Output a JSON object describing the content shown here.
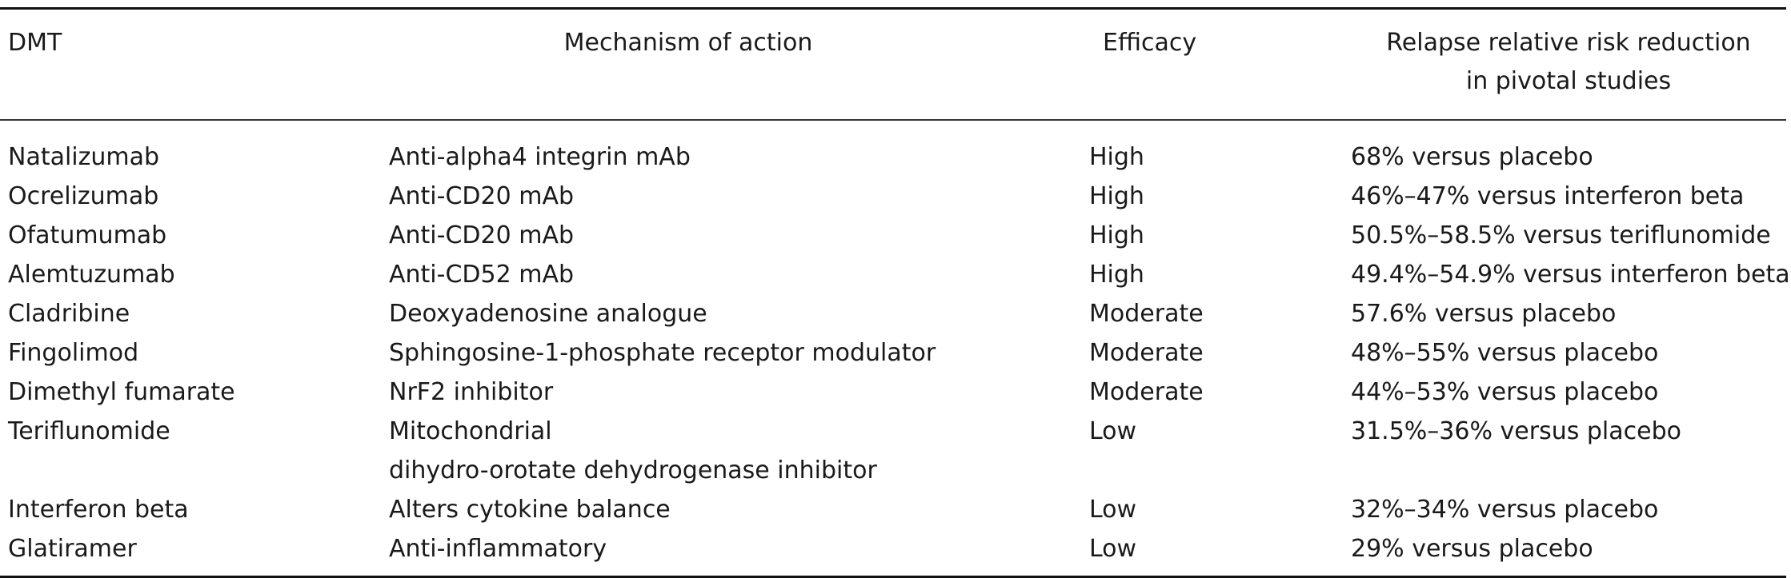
{
  "table": {
    "headers": {
      "dmt": "DMT",
      "mechanism": "Mechanism of action",
      "efficacy": "Efficacy",
      "relapse_line1": "Relapse relative risk reduction",
      "relapse_line2": "in pivotal studies"
    },
    "rows": [
      {
        "dmt": "Natalizumab",
        "mechanism": "Anti-alpha4 integrin mAb",
        "mechanism_line2": "",
        "efficacy": "High",
        "rrr": "68% versus placebo"
      },
      {
        "dmt": "Ocrelizumab",
        "mechanism": "Anti-CD20 mAb",
        "mechanism_line2": "",
        "efficacy": "High",
        "rrr": "46%–47% versus interferon beta"
      },
      {
        "dmt": "Ofatumumab",
        "mechanism": "Anti-CD20 mAb",
        "mechanism_line2": "",
        "efficacy": "High",
        "rrr": "50.5%–58.5% versus teriflunomide"
      },
      {
        "dmt": "Alemtuzumab",
        "mechanism": "Anti-CD52 mAb",
        "mechanism_line2": "",
        "efficacy": "High",
        "rrr": "49.4%–54.9% versus interferon beta"
      },
      {
        "dmt": "Cladribine",
        "mechanism": "Deoxyadenosine analogue",
        "mechanism_line2": "",
        "efficacy": "Moderate",
        "rrr": "57.6% versus placebo"
      },
      {
        "dmt": "Fingolimod",
        "mechanism": "Sphingosine-1-phosphate receptor modulator",
        "mechanism_line2": "",
        "efficacy": "Moderate",
        "rrr": "48%–55% versus placebo"
      },
      {
        "dmt": "Dimethyl fumarate",
        "mechanism": "NrF2 inhibitor",
        "mechanism_line2": "",
        "efficacy": "Moderate",
        "rrr": "44%–53% versus placebo"
      },
      {
        "dmt": "Teriflunomide",
        "mechanism": "Mitochondrial",
        "mechanism_line2": "dihydro-orotate dehydrogenase inhibitor",
        "efficacy": "Low",
        "rrr": "31.5%–36% versus placebo"
      },
      {
        "dmt": "Interferon beta",
        "mechanism": "Alters cytokine balance",
        "mechanism_line2": "",
        "efficacy": "Low",
        "rrr": "32%–34% versus placebo"
      },
      {
        "dmt": "Glatiramer",
        "mechanism": "Anti-inflammatory",
        "mechanism_line2": "",
        "efficacy": "Low",
        "rrr": "29% versus placebo"
      }
    ]
  }
}
